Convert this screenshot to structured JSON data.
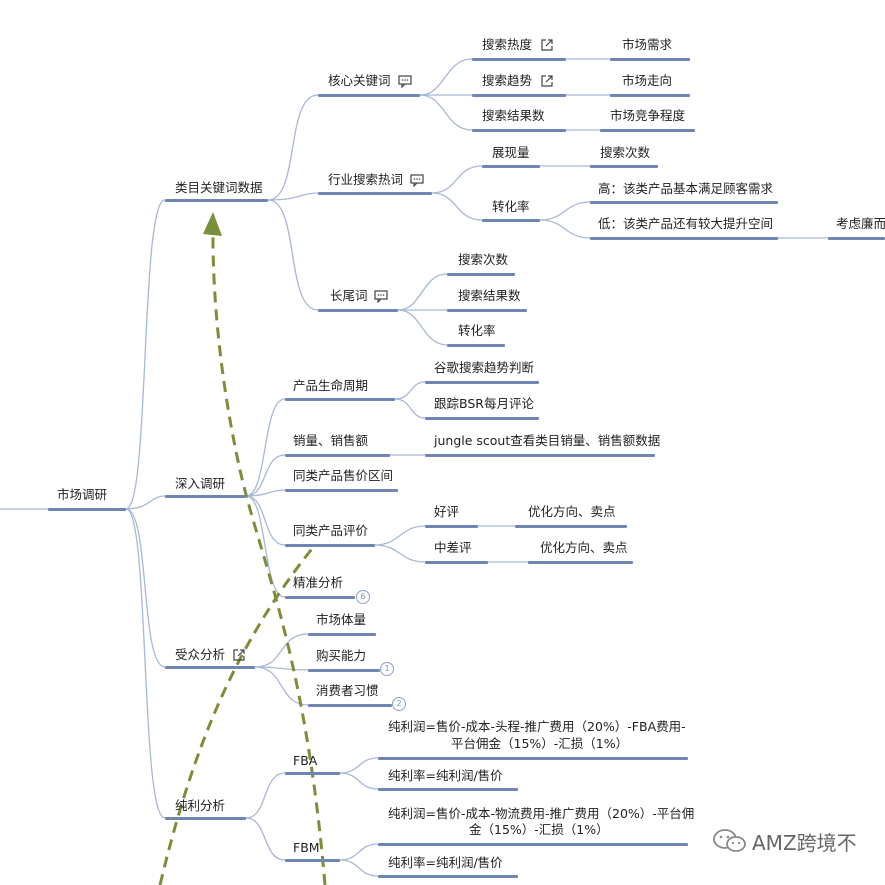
{
  "mindmap": {
    "root": "市场调研",
    "branches": {
      "keyword": {
        "label": "类目关键词数据",
        "core": {
          "label": "核心关键词",
          "items": [
            {
              "label": "搜索热度",
              "note": "市场需求"
            },
            {
              "label": "搜索趋势",
              "note": "市场走向"
            },
            {
              "label": "搜索结果数",
              "note": "市场竞争程度"
            }
          ]
        },
        "industry": {
          "label": "行业搜索热词",
          "exposure": {
            "label": "展现量",
            "note": "搜索次数"
          },
          "conversion": {
            "label": "转化率",
            "high": "高：该类产品基本满足顾客需求",
            "low": "低：该类产品还有较大提升空间",
            "low_note": "考虑廉而"
          }
        },
        "longtail": {
          "label": "长尾词",
          "items": [
            "搜索次数",
            "搜索结果数",
            "转化率"
          ]
        }
      },
      "deep": {
        "label": "深入调研",
        "lifecycle": {
          "label": "产品生命周期",
          "items": [
            "谷歌搜索趋势判断",
            "跟踪BSR每月评论"
          ]
        },
        "sales": {
          "label": "销量、销售额",
          "note": "jungle scout查看类目销量、销售额数据"
        },
        "price": {
          "label": "同类产品售价区间"
        },
        "review": {
          "label": "同类产品评价",
          "good": {
            "label": "好评",
            "note": "优化方向、卖点"
          },
          "bad": {
            "label": "中差评",
            "note": "优化方向、卖点"
          }
        },
        "precise": {
          "label": "精准分析",
          "badge": "6"
        }
      },
      "audience": {
        "label": "受众分析",
        "items": [
          {
            "label": "市场体量",
            "badge": ""
          },
          {
            "label": "购买能力",
            "badge": "1"
          },
          {
            "label": "消费者习惯",
            "badge": "2"
          }
        ]
      },
      "profit": {
        "label": "纯利分析",
        "fba": {
          "label": "FBA",
          "formula_line1": "纯利润=售价-成本-头程-推广费用（20%）-FBA费用-",
          "formula_line2": "平台佣金（15%）-汇损（1%）",
          "rate": "纯利率=纯利润/售价"
        },
        "fbm": {
          "label": "FBM",
          "formula_line1": "纯利润=售价-成本-物流费用-推广费用（20%）-平台佣",
          "formula_line2": "金（15%）-汇损（1%）",
          "rate": "纯利率=纯利润/售价"
        }
      }
    }
  },
  "watermark": "AMZ跨境不",
  "colors": {
    "line": "#a8b8d4",
    "underline": "#6f86b4",
    "arrow": "#7a8f3a"
  }
}
